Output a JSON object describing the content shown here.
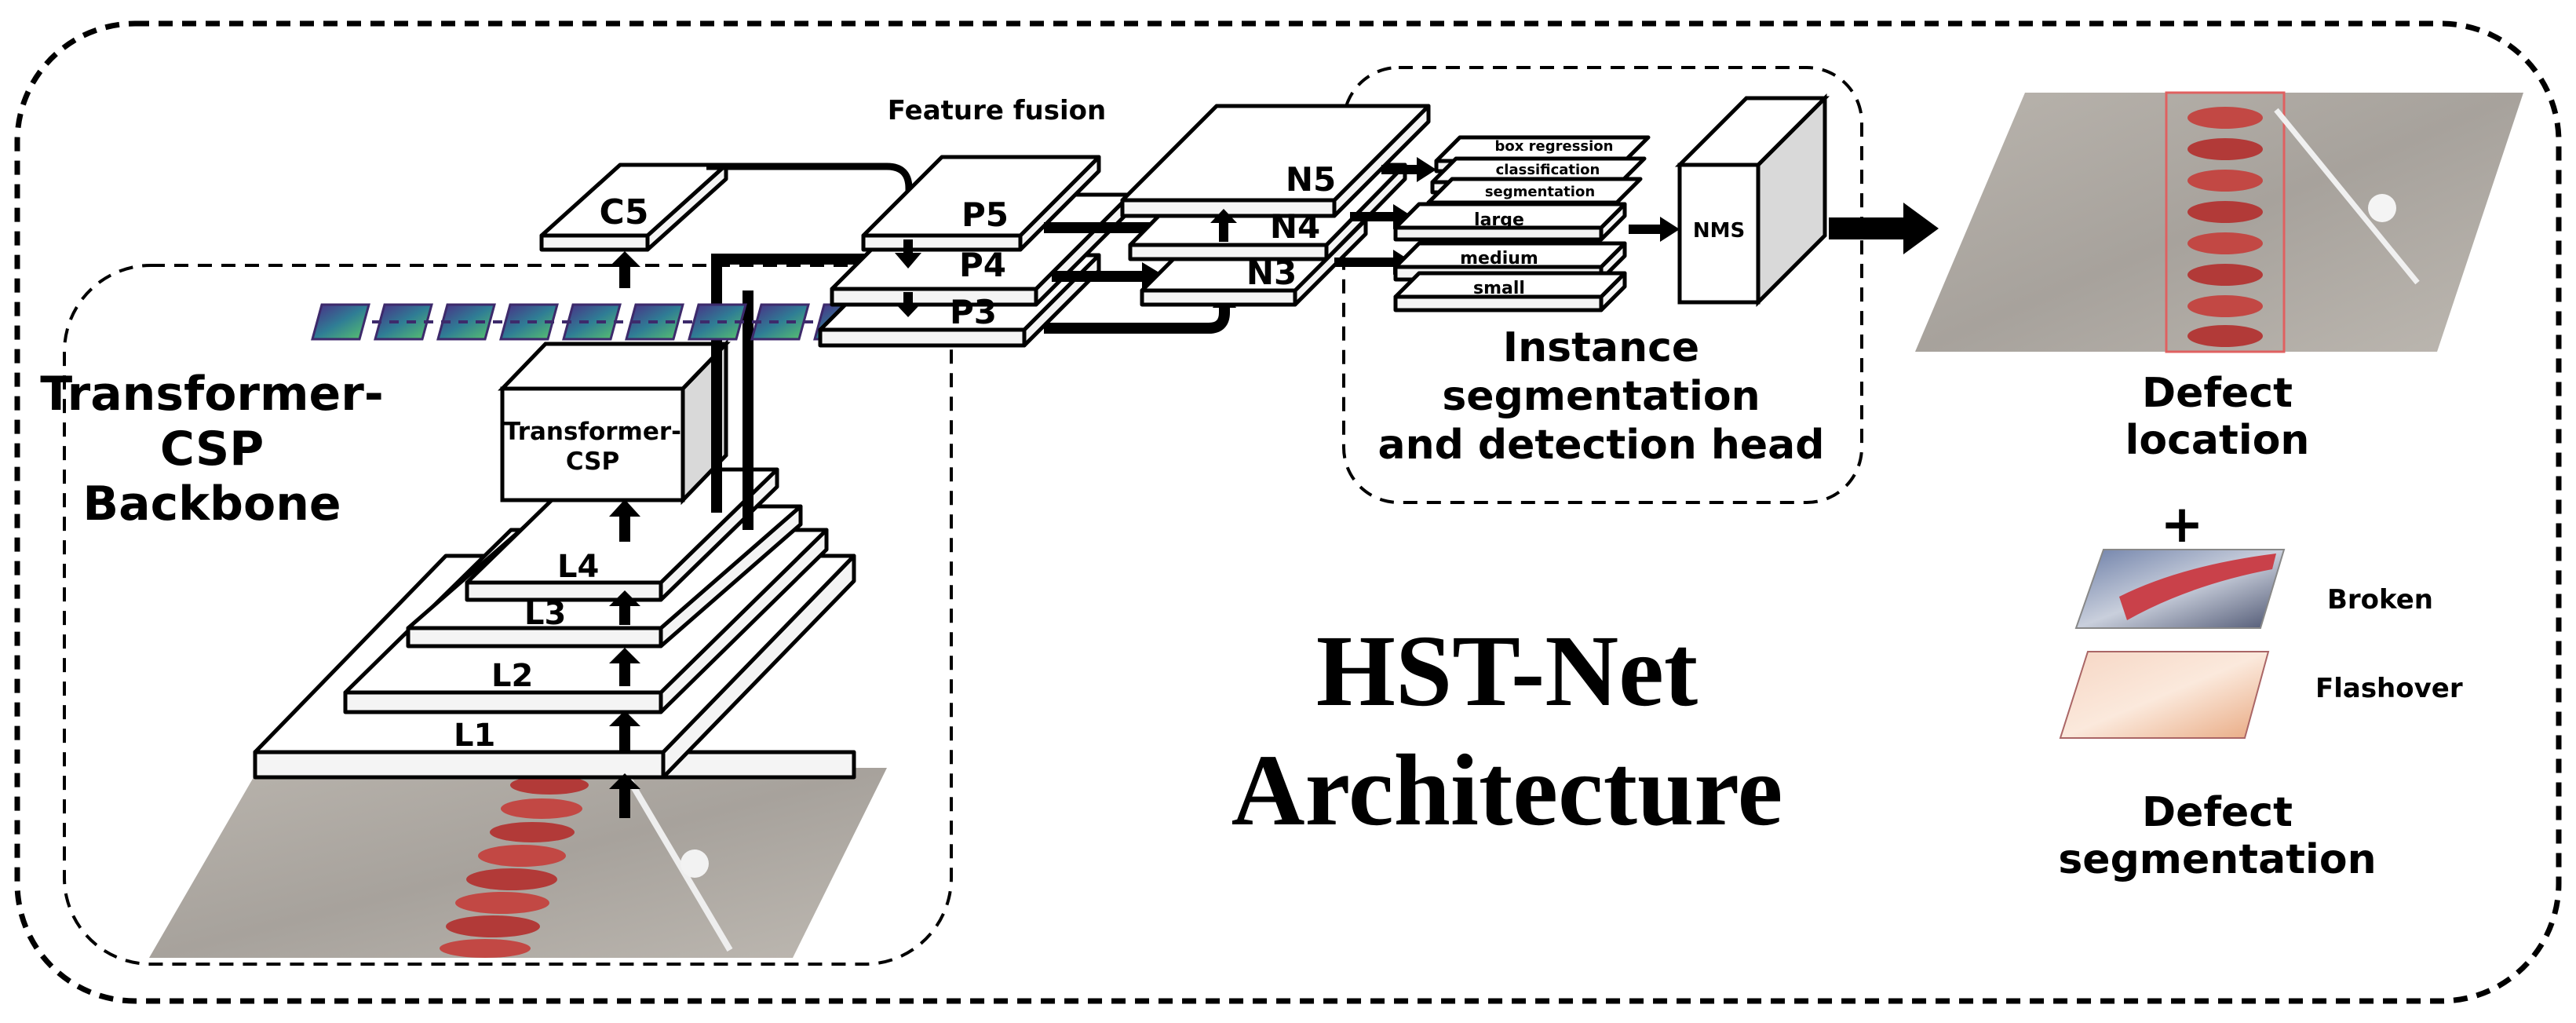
{
  "title": {
    "line1": "HST-Net",
    "line2": "Architecture"
  },
  "backbone": {
    "label_lines": [
      "Transformer-",
      "CSP",
      "Backbone"
    ],
    "block_lines": [
      "Transformer-",
      "CSP"
    ],
    "levels": [
      "L1",
      "L2",
      "L3",
      "L4"
    ],
    "c5": "C5"
  },
  "fusion": {
    "label": "Feature fusion",
    "p_levels": [
      "P5",
      "P4",
      "P3"
    ],
    "n_levels": [
      "N5",
      "N4",
      "N3"
    ]
  },
  "head": {
    "label_lines": [
      "Instance",
      "segmentation",
      "and detection head"
    ],
    "tasks": [
      "box regression",
      "classification",
      "segmentation"
    ],
    "scales": [
      "large",
      "medium",
      "small"
    ],
    "nms": "NMS"
  },
  "output": {
    "location_lines": [
      "Defect",
      "location"
    ],
    "plus": "+",
    "classes": [
      "Broken",
      "Flashover"
    ],
    "segmentation_lines": [
      "Defect",
      "segmentation"
    ]
  }
}
